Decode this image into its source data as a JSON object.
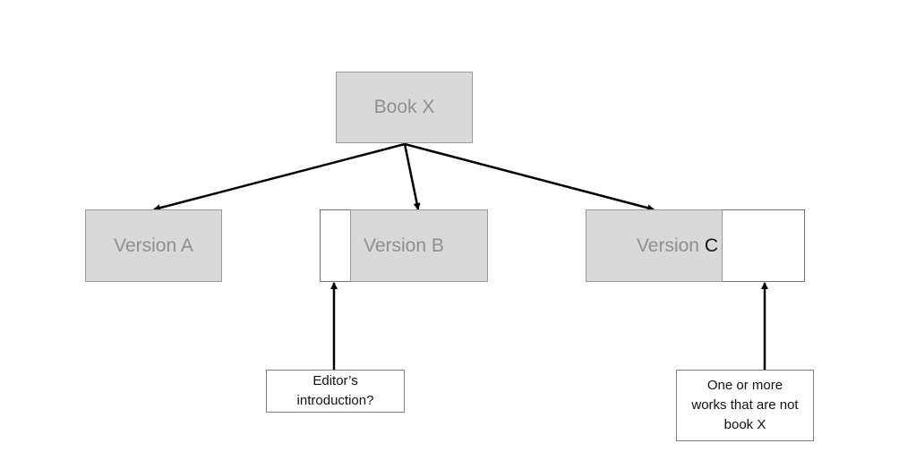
{
  "diagram": {
    "root": {
      "label": "Book X"
    },
    "versions": [
      {
        "label": "Version A"
      },
      {
        "label": "Version B"
      },
      {
        "label_prefix": "Version ",
        "label_suffix": "C"
      }
    ],
    "notes": [
      {
        "lines": [
          "Editor’s",
          "introduction?"
        ]
      },
      {
        "lines": [
          "One or more",
          "works that are not",
          "book X"
        ]
      }
    ],
    "colors": {
      "box_fill": "#d9d9d9",
      "box_text": "#8f8f8f",
      "arrow": "#000000"
    }
  }
}
